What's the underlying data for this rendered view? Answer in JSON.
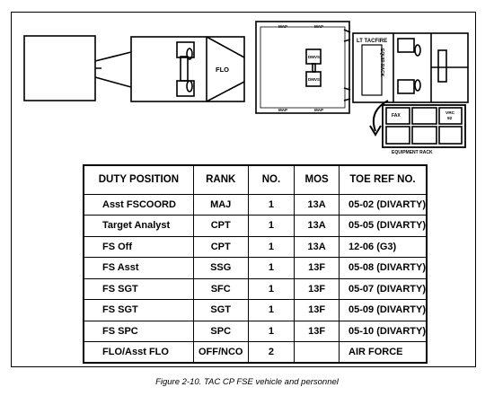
{
  "diagram": {
    "labels": {
      "flo": "FLO",
      "map_top_left": "MAP",
      "map_top_right": "MAP",
      "map_bottom_left": "MAP",
      "map_bottom_right": "MAP",
      "dmvs_1": "DMVS",
      "dmvs_2": "DMVS",
      "lt_tacfire": "LT TACFIRE",
      "equip_rack_side": "EQUIP RACK",
      "fax": "FAX",
      "vrc_line1": "VRC",
      "vrc_line2": "92",
      "equipment_rack": "EQUIPMENT RACK"
    }
  },
  "table": {
    "headers": [
      "DUTY POSITION",
      "RANK",
      "NO.",
      "MOS",
      "TOE REF NO."
    ],
    "rows": [
      [
        "Asst FSCOORD",
        "MAJ",
        "1",
        "13A",
        "05-02 (DIVARTY)"
      ],
      [
        "Target Analyst",
        "CPT",
        "1",
        "13A",
        "05-05 (DIVARTY)"
      ],
      [
        "FS Off",
        "CPT",
        "1",
        "13A",
        "12-06 (G3)"
      ],
      [
        "FS Asst",
        "SSG",
        "1",
        "13F",
        "05-08 (DIVARTY)"
      ],
      [
        "FS SGT",
        "SFC",
        "1",
        "13F",
        "05-07 (DIVARTY)"
      ],
      [
        "FS SGT",
        "SGT",
        "1",
        "13F",
        "05-09 (DIVARTY)"
      ],
      [
        "FS SPC",
        "SPC",
        "1",
        "13F",
        "05-10 (DIVARTY)"
      ],
      [
        "FLO/Asst FLO",
        "OFF/NCO",
        "2",
        "",
        "AIR FORCE"
      ]
    ]
  },
  "caption": "Figure 2-10. TAC CP FSE vehicle and personnel"
}
